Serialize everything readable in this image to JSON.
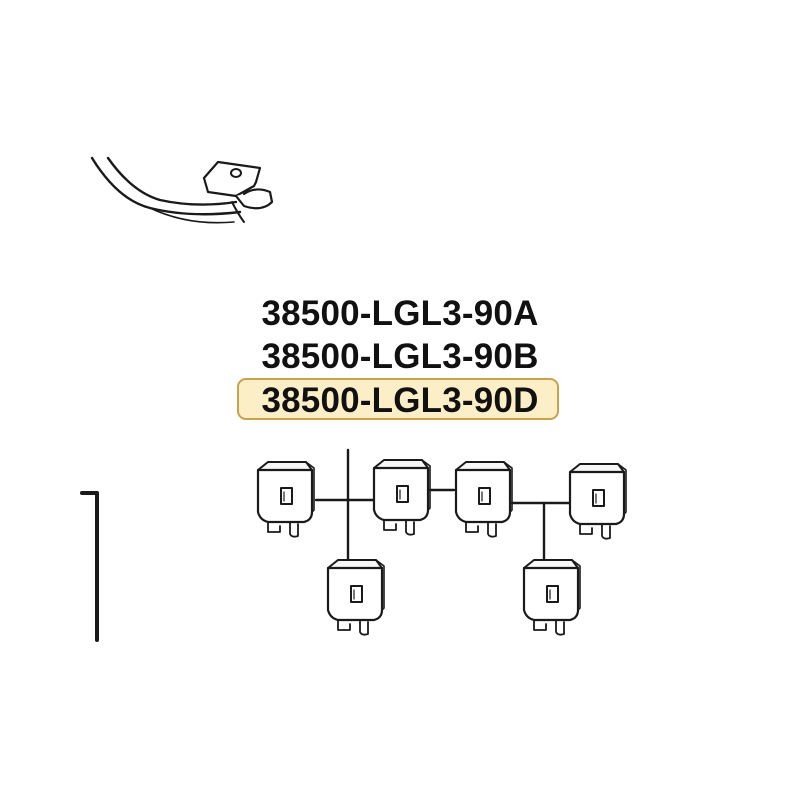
{
  "part_numbers": [
    {
      "number": "38500-LGL3-90A",
      "highlighted": false
    },
    {
      "number": "38500-LGL3-90B",
      "highlighted": false
    },
    {
      "number": "38500-LGL3-90D",
      "highlighted": true
    }
  ],
  "colors": {
    "line": "#1a1a1a",
    "highlight_fill": "#fcefc8",
    "highlight_border": "#c9a24a",
    "text": "#111111"
  }
}
